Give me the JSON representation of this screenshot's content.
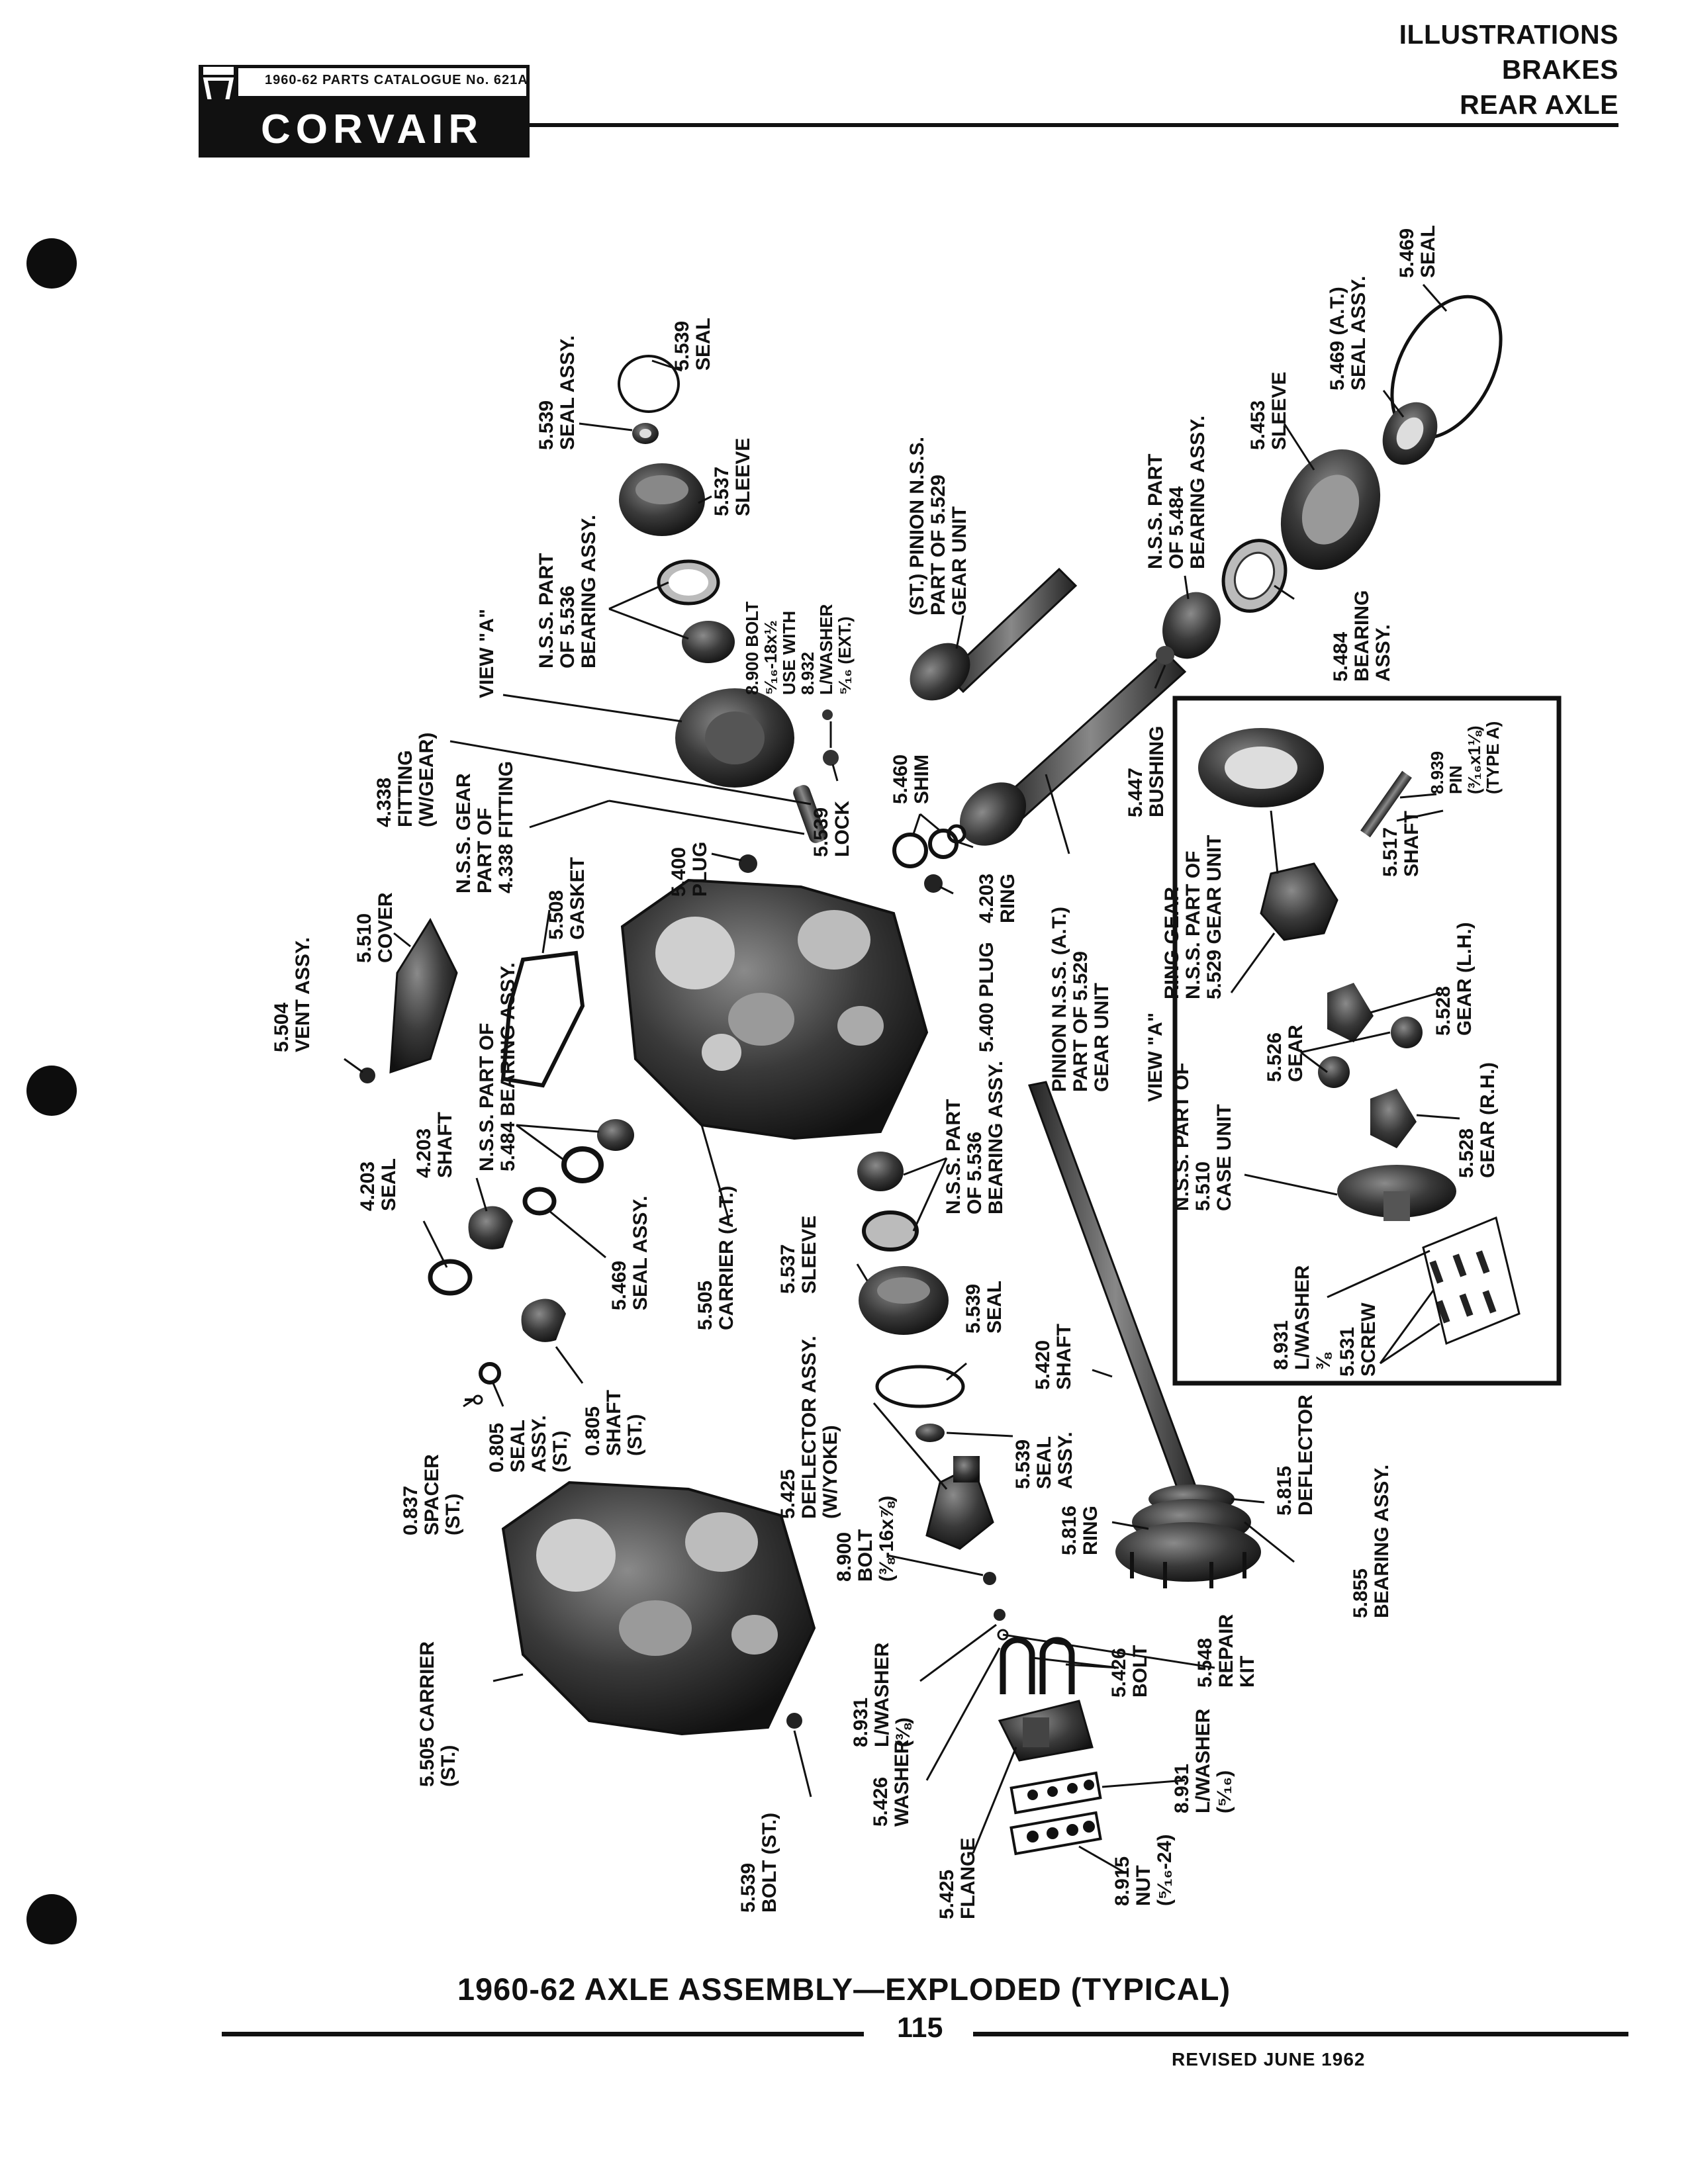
{
  "header": {
    "catalogue": "1960-62 PARTS CATALOGUE No. 621A",
    "brand": "CORVAIR",
    "sections": [
      "ILLUSTRATIONS",
      "BRAKES",
      "REAR AXLE"
    ]
  },
  "labels": {
    "seal_assy_539": [
      "5.539",
      "SEAL ASSY."
    ],
    "seal_539_top": [
      "5.539",
      "SEAL"
    ],
    "sleeve_537_top": [
      "5.537",
      "SLEEVE"
    ],
    "nss_536_top": [
      "N.S.S. PART",
      "OF 5.536",
      "BEARING ASSY."
    ],
    "bolt_900_top": [
      "8.900 BOLT",
      "⁵⁄₁₆-18x½",
      "USE WITH",
      "8.932",
      "L/WASHER",
      "⁵⁄₁₆ (EXT.)"
    ],
    "view_a_top": [
      "VIEW \"A\""
    ],
    "fitting_338": [
      "4.338",
      "FITTING",
      "(W/GEAR)"
    ],
    "nss_gear_338": [
      "N.S.S. GEAR",
      "PART OF",
      "4.338 FITTING"
    ],
    "lock_539": [
      "5.539",
      "LOCK"
    ],
    "shim_460": [
      "5.460",
      "SHIM"
    ],
    "plug_400_a": [
      "5.400",
      "PLUG"
    ],
    "gasket_508": [
      "5.508",
      "GASKET"
    ],
    "cover_510": [
      "5.510",
      "COVER"
    ],
    "vent_504": [
      "5.504",
      "VENT ASSY."
    ],
    "pinion_st": [
      "(ST.) PINION N.S.S.",
      "PART OF 5.529",
      "GEAR UNIT"
    ],
    "ring_203": [
      "4.203",
      "RING"
    ],
    "plug_400_b": [
      "5.400 PLUG"
    ],
    "pinion_at": [
      "PINION N.S.S. (A.T.)",
      "PART OF 5.529",
      "GEAR UNIT"
    ],
    "bushing_447": [
      "5.447",
      "BUSHING"
    ],
    "nss_484": [
      "N.S.S. PART",
      "OF 5.484",
      "BEARING ASSY."
    ],
    "sleeve_453": [
      "5.453",
      "SLEEVE"
    ],
    "seal_assy_469_at": [
      "5.469 (A.T.)",
      "SEAL ASSY."
    ],
    "seal_469_top": [
      "5.469",
      "SEAL"
    ],
    "bearing_484": [
      "5.484",
      "BEARING",
      "ASSY."
    ],
    "seal_203": [
      "4.203",
      "SEAL"
    ],
    "shaft_203": [
      "4.203",
      "SHAFT"
    ],
    "nss_484_b": [
      "N.S.S. PART OF",
      "5.484 BEARING ASSY."
    ],
    "seal_assy_469": [
      "5.469",
      "SEAL ASSY."
    ],
    "carrier_at": [
      "5.505",
      "CARRIER (A.T.)"
    ],
    "sleeve_537": [
      "5.537",
      "SLEEVE"
    ],
    "nss_536": [
      "N.S.S. PART",
      "OF 5.536",
      "BEARING ASSY."
    ],
    "seal_539": [
      "5.539",
      "SEAL"
    ],
    "spacer_837": [
      "0.837",
      "SPACER",
      "(ST.)"
    ],
    "seal_assy_805": [
      "0.805",
      "SEAL",
      "ASSY.",
      "(ST.)"
    ],
    "shaft_805": [
      "0.805",
      "SHAFT",
      "(ST.)"
    ],
    "deflector_425": [
      "5.425",
      "DEFLECTOR ASSY.",
      "(W/YOKE)"
    ],
    "shaft_420": [
      "5.420",
      "SHAFT"
    ],
    "seal_assy_539_b": [
      "5.539",
      "SEAL",
      "ASSY."
    ],
    "carrier_st": [
      "5.505 CARRIER",
      "(ST.)"
    ],
    "bolt_900": [
      "8.900",
      "BOLT",
      "(⅜-16x⅞)"
    ],
    "ring_816": [
      "5.816",
      "RING"
    ],
    "deflector_815": [
      "5.815",
      "DEFLECTOR"
    ],
    "bearing_855": [
      "5.855",
      "BEARING ASSY."
    ],
    "lwasher_931_a": [
      "8.931",
      "L/WASHER",
      "(⅜)"
    ],
    "bolt_426": [
      "5.426",
      "BOLT"
    ],
    "repair_548": [
      "5.548",
      "REPAIR",
      "KIT"
    ],
    "bolt_539_st": [
      "5.539",
      "BOLT (ST.)"
    ],
    "washer_426": [
      "5.426",
      "WASHER"
    ],
    "flange_425": [
      "5.425",
      "FLANGE"
    ],
    "nut_915": [
      "8.915",
      "NUT",
      "(⁵⁄₁₆-24)"
    ],
    "lwasher_931_b": [
      "8.931",
      "L/WASHER",
      "(⁵⁄₁₆)"
    ],
    "ring_gear_nss": [
      "RING GEAR",
      "N.S.S. PART OF",
      "5.529 GEAR UNIT"
    ],
    "pin_939": [
      "8.939",
      "PIN",
      "(³⁄₁₆x1⅛)",
      "(TYPE A)"
    ],
    "shaft_517": [
      "5.517",
      "SHAFT"
    ],
    "gear_528_lh": [
      "5.528",
      "GEAR (L.H.)"
    ],
    "view_a_inset": [
      "VIEW \"A\""
    ],
    "gear_526": [
      "5.526",
      "GEAR"
    ],
    "case_nss": [
      "N.S.S. PART OF",
      "5.510",
      "CASE UNIT"
    ],
    "gear_528_rh": [
      "5.528",
      "GEAR (R.H.)"
    ],
    "lwasher_931_c": [
      "8.931",
      "L/WASHER",
      "⅜"
    ],
    "screw_531": [
      "5.531",
      "SCREW"
    ]
  },
  "caption": "1960-62 AXLE ASSEMBLY—EXPLODED (TYPICAL)",
  "footer": {
    "page": "115",
    "revised": "REVISED JUNE 1962"
  }
}
